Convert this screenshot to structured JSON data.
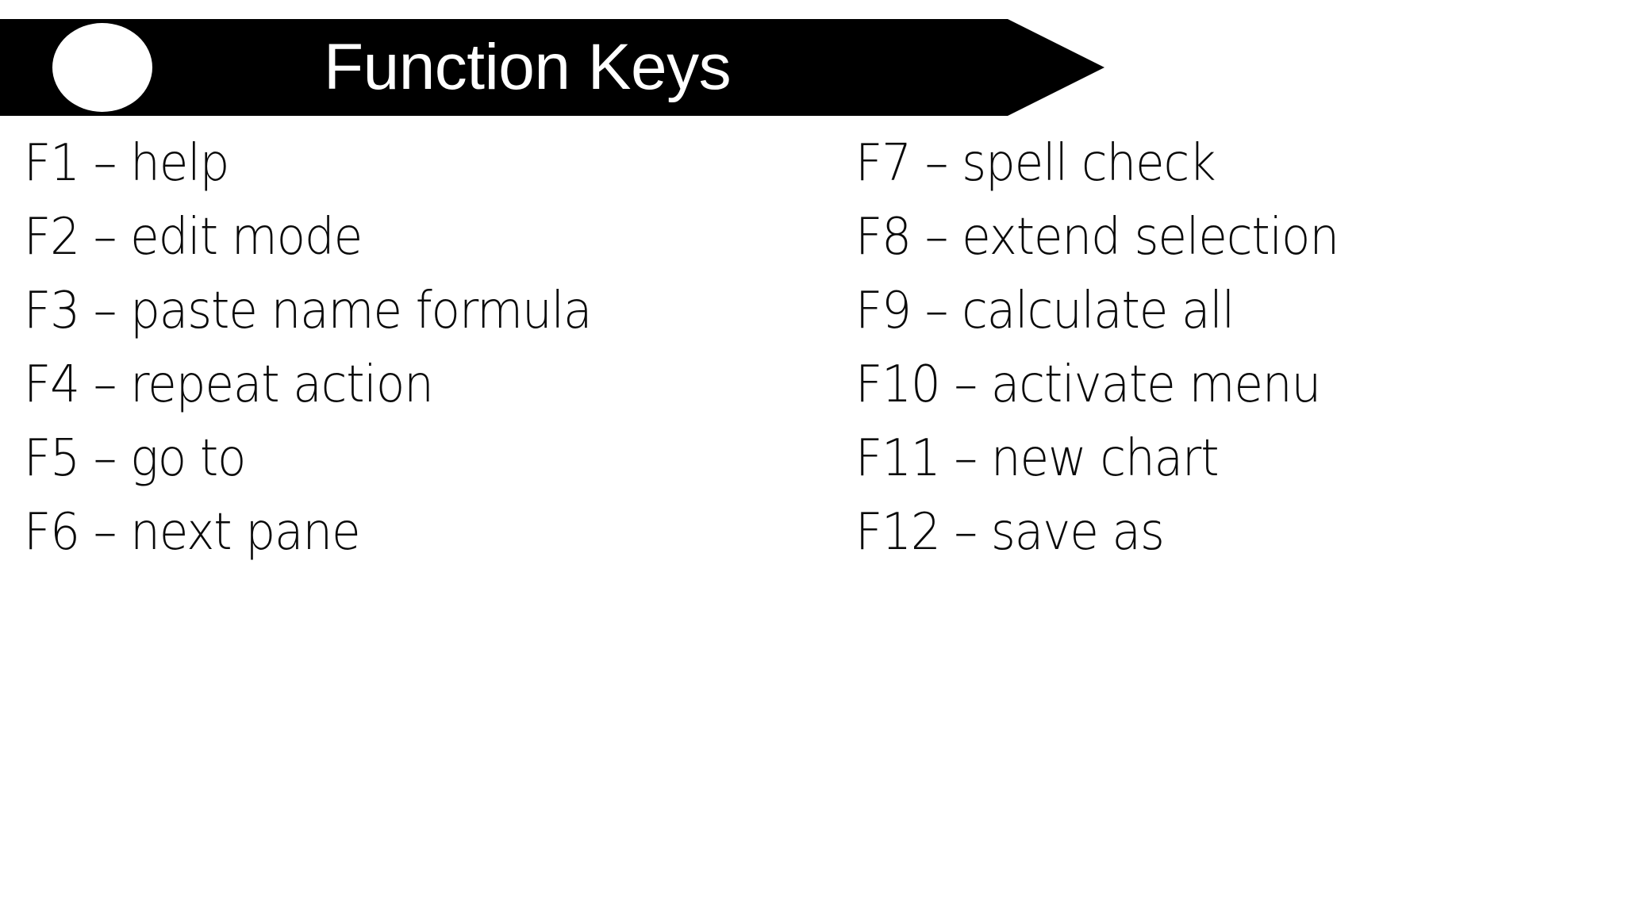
{
  "slide": {
    "background_color": "#ffffff",
    "banner_color": "#000000",
    "title_text_color": "#ffffff",
    "body_text_color": "#0a0a0a"
  },
  "header": {
    "title": "Function Keys",
    "bullet_icon": "circle-icon"
  },
  "content": {
    "separator": "–",
    "columns": [
      {
        "name": "left",
        "items": [
          {
            "key": "F1",
            "separator": "–",
            "description": "help",
            "full": "F1 – help"
          },
          {
            "key": "F2",
            "separator": "–",
            "description": "edit mode",
            "full": "F2 – edit mode"
          },
          {
            "key": "F3",
            "separator": "–",
            "description": "paste name formula",
            "full": "F3 – paste name formula"
          },
          {
            "key": "F4",
            "separator": "–",
            "description": "repeat action",
            "full": "F4 – repeat action"
          },
          {
            "key": "F5",
            "separator": "–",
            "description": "go to",
            "full": "F5 – go to"
          },
          {
            "key": "F6",
            "separator": "–",
            "description": "next pane",
            "full": "F6 – next pane"
          }
        ]
      },
      {
        "name": "right",
        "items": [
          {
            "key": "F7",
            "separator": "–",
            "description": "spell check",
            "full": "F7 – spell check"
          },
          {
            "key": "F8",
            "separator": "–",
            "description": "extend selection",
            "full": "F8 – extend selection"
          },
          {
            "key": "F9",
            "separator": "–",
            "description": "calculate all",
            "full": "F9 – calculate all"
          },
          {
            "key": "F10",
            "separator": "–",
            "description": "activate menu",
            "full": "F10 – activate menu"
          },
          {
            "key": "F11",
            "separator": "–",
            "description": "new chart",
            "full": "F11 – new chart"
          },
          {
            "key": "F12",
            "separator": "–",
            "description": "save as",
            "full": "F12 – save as"
          }
        ]
      }
    ]
  }
}
